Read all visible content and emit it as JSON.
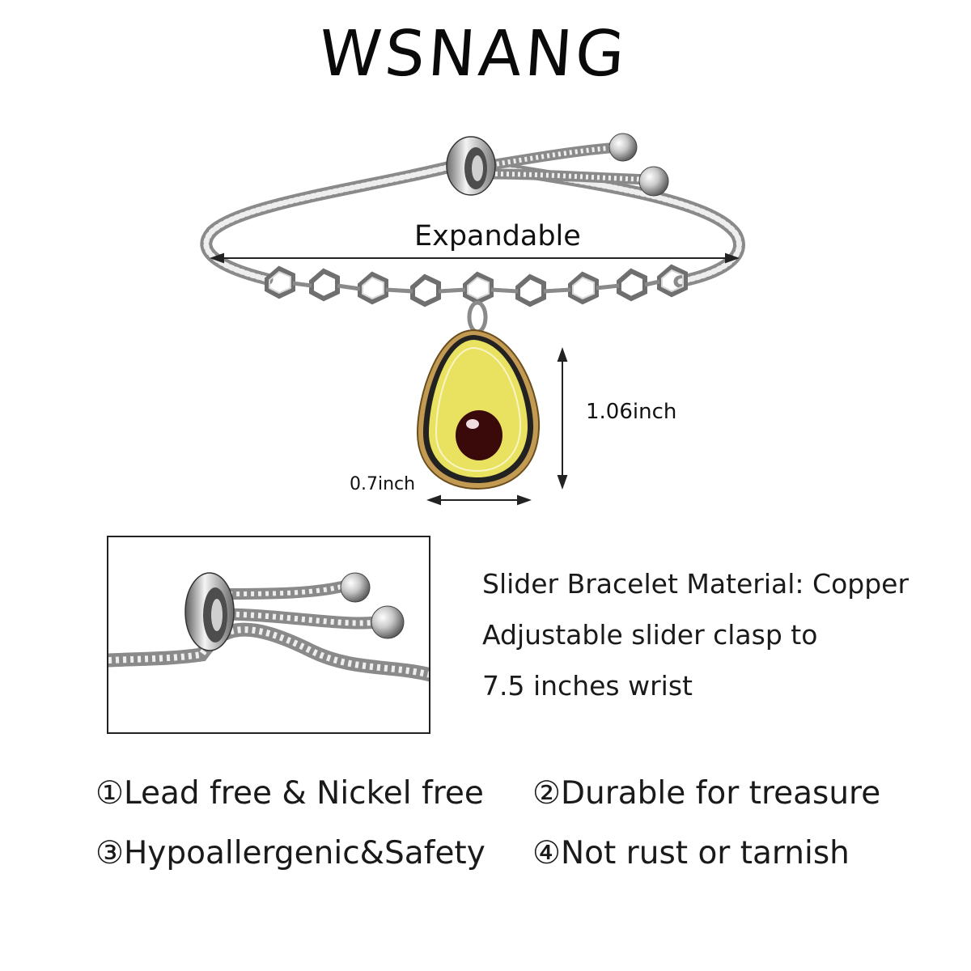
{
  "brand": "WSNANG",
  "dimension_labels": {
    "expandable": "Expandable",
    "pendant_height": "1.06inch",
    "pendant_width": "0.7inch"
  },
  "specs": [
    "Slider Bracelet Material: Copper",
    "Adjustable slider clasp to",
    "7.5 inches wrist"
  ],
  "features": [
    "①Lead free & Nickel free",
    "②Durable for treasure",
    "③Hypoallergenic&Safety",
    "④Not rust or tarnish"
  ],
  "colors": {
    "chain": "#9a9a9a",
    "chain_highlight": "#e8e8e8",
    "avocado_flesh": "#e9e261",
    "avocado_rim": "#c39a52",
    "avocado_pit": "#3a0a0a",
    "text": "#111111"
  }
}
